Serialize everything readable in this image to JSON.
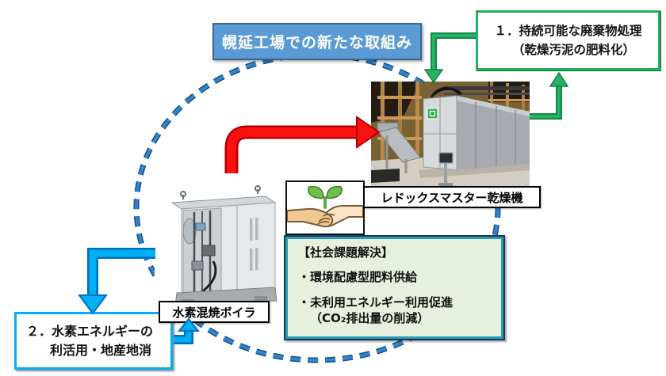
{
  "title_box": {
    "label": "幌延工場での新たな取組み"
  },
  "boxes": {
    "waste": {
      "line1": "１．持続可能な廃棄物処理",
      "line2": "（乾燥汚泥の肥料化）"
    },
    "hydrogen": {
      "line1": "２．水素エネルギーの",
      "line2": "利活用・地産地消"
    },
    "social": {
      "heading": "【社会課題解決】",
      "bullet1": "・環境配慮型肥料供給",
      "bullet2_line1": "・未利用エネルギー利用促進",
      "bullet2_line2": "（CO₂排出量の削減）"
    }
  },
  "labels": {
    "dryer": "レドックスマスター乾燥機",
    "boiler": "水素混焼ボイラ"
  },
  "icons": {
    "handshake": "handshake-with-sprout-icon"
  },
  "colors": {
    "title_fill": "#5B9BD5",
    "title_border": "#41719C",
    "green_accent": "#1FB160",
    "cyan_accent": "#00B0F0",
    "red_accent": "#FF0000",
    "ellipse_blue": "#2E86D1",
    "social_fill": "#E7F0DF",
    "social_border_teal": "#2E9BB5"
  }
}
